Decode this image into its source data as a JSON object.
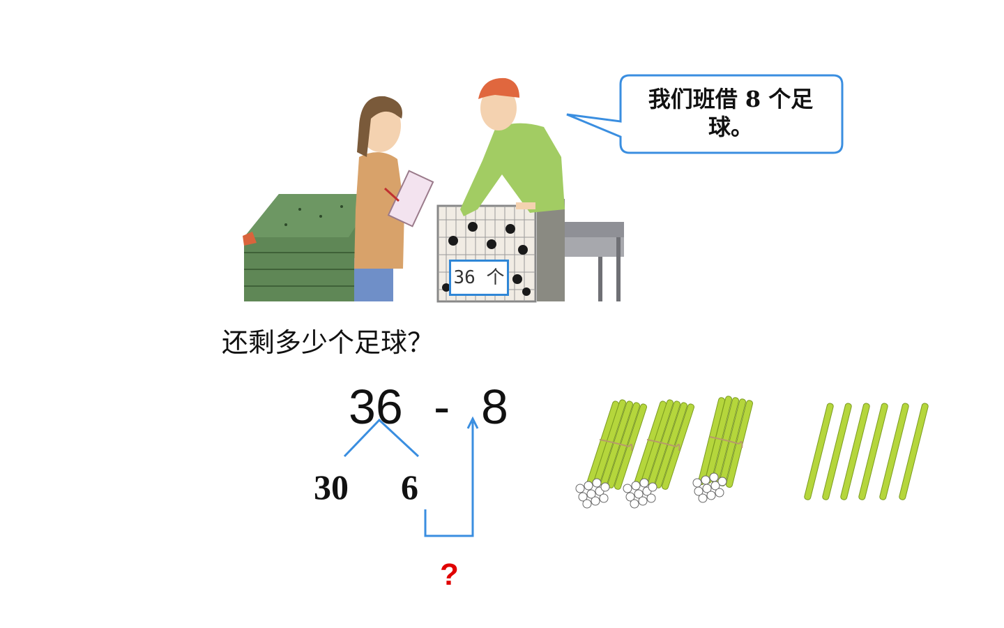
{
  "speech_bubble": {
    "line1": "我们班借 8 个足",
    "line2": "球。"
  },
  "crate_label": "36 个",
  "question": "还剩多少个足球？",
  "equation": {
    "minuend": "36",
    "operator": "-",
    "subtrahend": "8"
  },
  "decomposition": {
    "tens": "30",
    "ones": "6"
  },
  "result_mark": "?",
  "colors": {
    "accent_blue": "#3a8ee0",
    "question_red": "#e00000",
    "stick_green": "#b5d63c"
  },
  "counting_sticks": {
    "bundles_of_ten": 3,
    "single_sticks": 6
  }
}
